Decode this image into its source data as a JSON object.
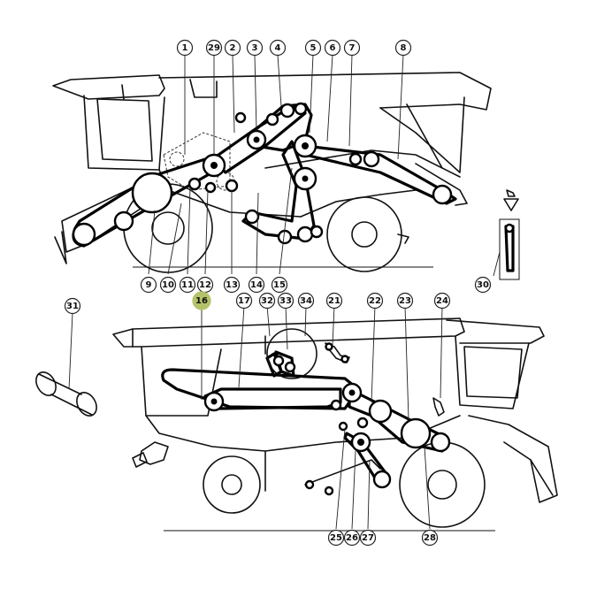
{
  "highlight_color": "#b5c26a",
  "callouts": [
    {
      "label": "1",
      "highlight": false
    },
    {
      "label": "29",
      "highlight": false
    },
    {
      "label": "2",
      "highlight": false
    },
    {
      "label": "3",
      "highlight": false
    },
    {
      "label": "4",
      "highlight": false
    },
    {
      "label": "5",
      "highlight": false
    },
    {
      "label": "6",
      "highlight": false
    },
    {
      "label": "7",
      "highlight": false
    },
    {
      "label": "8",
      "highlight": false
    },
    {
      "label": "9",
      "highlight": false
    },
    {
      "label": "10",
      "highlight": false
    },
    {
      "label": "11",
      "highlight": false
    },
    {
      "label": "12",
      "highlight": false
    },
    {
      "label": "13",
      "highlight": false
    },
    {
      "label": "14",
      "highlight": false
    },
    {
      "label": "15",
      "highlight": false
    },
    {
      "label": "16",
      "highlight": true
    },
    {
      "label": "17",
      "highlight": false
    },
    {
      "label": "32",
      "highlight": false
    },
    {
      "label": "33",
      "highlight": false
    },
    {
      "label": "34",
      "highlight": false
    },
    {
      "label": "21",
      "highlight": false
    },
    {
      "label": "22",
      "highlight": false
    },
    {
      "label": "23",
      "highlight": false
    },
    {
      "label": "24",
      "highlight": false
    },
    {
      "label": "31",
      "highlight": false
    },
    {
      "label": "30",
      "highlight": false
    },
    {
      "label": "25",
      "highlight": false
    },
    {
      "label": "26",
      "highlight": false
    },
    {
      "label": "27",
      "highlight": false
    },
    {
      "label": "28",
      "highlight": false
    }
  ]
}
